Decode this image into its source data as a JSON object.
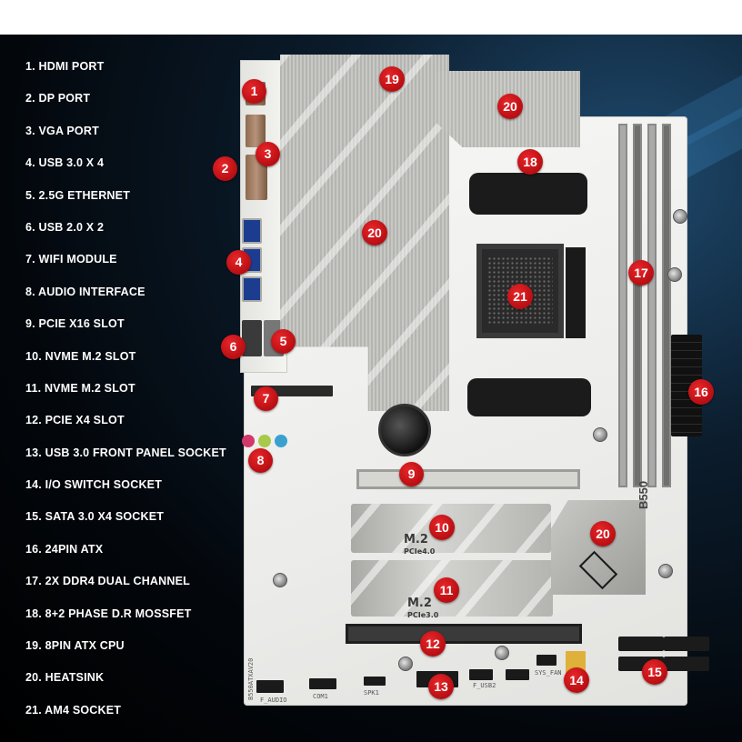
{
  "legend": [
    {
      "n": 1,
      "label": "1. HDMI PORT"
    },
    {
      "n": 2,
      "label": "2. DP PORT"
    },
    {
      "n": 3,
      "label": "3. VGA PORT"
    },
    {
      "n": 4,
      "label": "4. USB 3.0 X 4"
    },
    {
      "n": 5,
      "label": "5. 2.5G ETHERNET"
    },
    {
      "n": 6,
      "label": "6. USB 2.0 X 2"
    },
    {
      "n": 7,
      "label": "7. WIFI MODULE"
    },
    {
      "n": 8,
      "label": "8. AUDIO INTERFACE"
    },
    {
      "n": 9,
      "label": "9. PCIE X16 SLOT"
    },
    {
      "n": 10,
      "label": "10. NVME M.2 SLOT"
    },
    {
      "n": 11,
      "label": "11. NVME M.2 SLOT"
    },
    {
      "n": 12,
      "label": "12. PCIE X4 SLOT"
    },
    {
      "n": 13,
      "label": "13. USB 3.0 FRONT PANEL SOCKET"
    },
    {
      "n": 14,
      "label": "14. I/O SWITCH SOCKET"
    },
    {
      "n": 15,
      "label": "15. SATA 3.0 X4 SOCKET"
    },
    {
      "n": 16,
      "label": "16. 24PIN ATX"
    },
    {
      "n": 17,
      "label": "17. 2X DDR4 DUAL CHANNEL"
    },
    {
      "n": 18,
      "label": "18. 8+2 PHASE D.R MOSSFET"
    },
    {
      "n": 19,
      "label": "19. 8PIN ATX CPU"
    },
    {
      "n": 20,
      "label": "20. HEATSINK"
    },
    {
      "n": 21,
      "label": "21. AM4 SOCKET"
    }
  ],
  "callouts": [
    "1",
    "2",
    "3",
    "4",
    "5",
    "6",
    "7",
    "8",
    "9",
    "10",
    "11",
    "12",
    "13",
    "14",
    "15",
    "16",
    "17",
    "18",
    "19",
    "20",
    "20",
    "20",
    "21"
  ],
  "board": {
    "m2_top_label": "M.2",
    "m2_top_sub": "PCIe4.0",
    "m2_bottom_label": "M.2",
    "m2_bottom_sub": "PCIe3.0",
    "brand_text": "B550",
    "silk_audio": "F_AUDIO",
    "silk_com": "COM1",
    "silk_spk": "SPK1",
    "silk_fusb": "F_USB2",
    "silk_sysfan": "SYS_FAN",
    "silk_model": "B550ATXAV20"
  },
  "colors": {
    "badge": "#d3171b",
    "background": "#03070c",
    "board": "#f0f0ee",
    "heatsink": "#bdbdba"
  }
}
